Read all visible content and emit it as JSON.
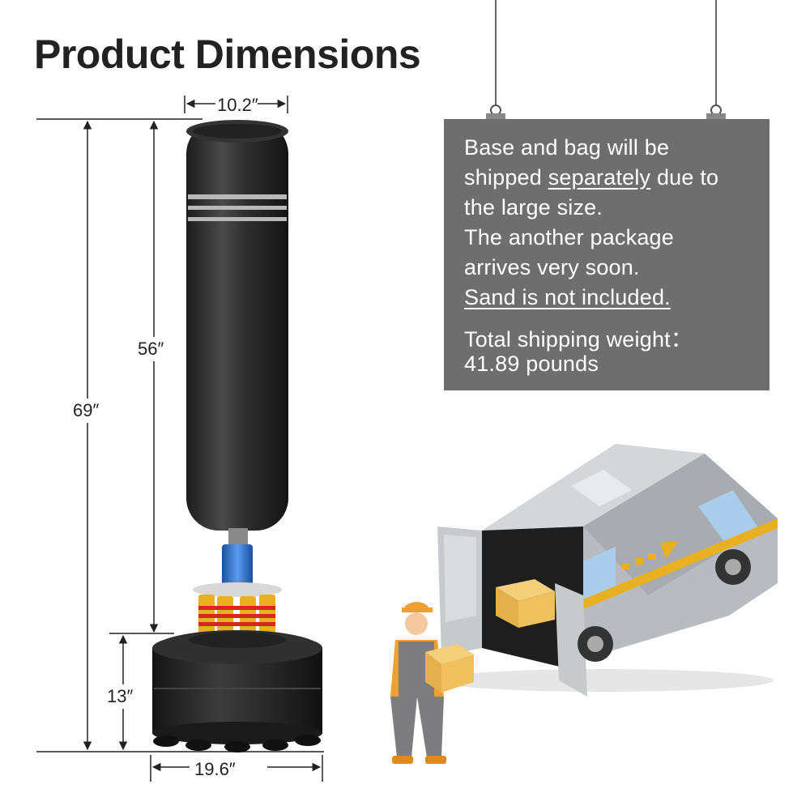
{
  "title": "Product Dimensions",
  "dimensions": {
    "bag_width": "10.2″",
    "bag_height": "56″",
    "total_height": "69″",
    "base_height": "13″",
    "base_width": "19.6″"
  },
  "sign": {
    "line1": "Base and bag will be",
    "line2_a": "shipped ",
    "line2_b": "separately",
    "line2_c": " due to",
    "line3": "the large size.",
    "line4": "The another package",
    "line5": "arrives very soon.",
    "line6": "Sand is not included.",
    "line7": "Total shipping weight：",
    "line8": "41.89 pounds"
  },
  "colors": {
    "sign_bg": "#6e6e6e",
    "bag_black": "#2b2b2b",
    "accent_blue": "#2e6fd0",
    "accent_gold": "#e8b020",
    "van_gray": "#b8bcc0",
    "worker_orange": "#f0a030"
  }
}
